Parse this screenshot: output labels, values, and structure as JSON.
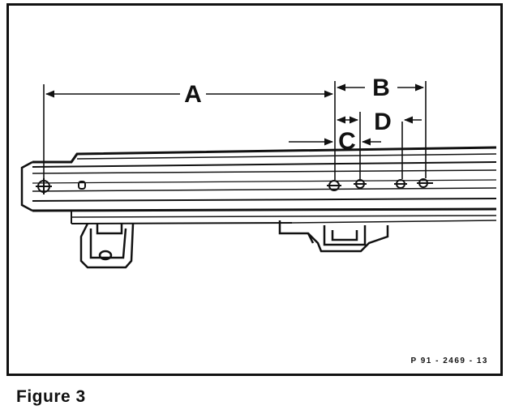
{
  "figure": {
    "caption": "Figure 3",
    "part_number": "P 91 - 2469 - 13"
  },
  "dimensions": {
    "A": "A",
    "B": "B",
    "C": "C",
    "D": "D"
  },
  "colors": {
    "ink": "#111111",
    "paper": "#ffffff"
  }
}
